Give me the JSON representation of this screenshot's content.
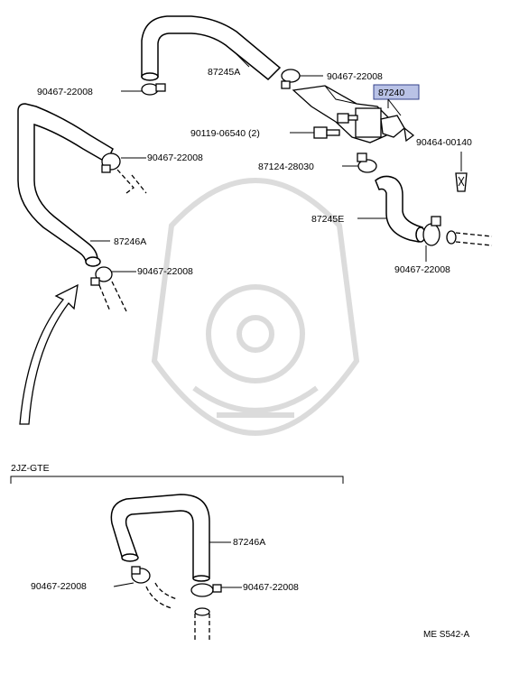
{
  "labels": {
    "hose_upper_87245A": "87245A",
    "clamp_top_right": "90467-22008",
    "clamp_top_left": "90467-22008",
    "bracket_part": "87240",
    "bolt_part": "90119-06540 (2)",
    "clip_right": "90464-00140",
    "clamp_left_mid": "90467-22008",
    "clamp_87124": "87124-28030",
    "hose_87245E": "87245E",
    "hose_87246A_left": "87246A",
    "clamp_right_lower": "90467-22008",
    "clamp_left_lower": "90467-22008",
    "engine_variant": "2JZ-GTE",
    "hose_87246A_bottom": "87246A",
    "clamp_bottom_left": "90467-22008",
    "clamp_bottom_right": "90467-22008",
    "figure_code": "ME S542-A"
  },
  "highlight": {
    "part": "87240",
    "color": "#b9c2e6"
  }
}
